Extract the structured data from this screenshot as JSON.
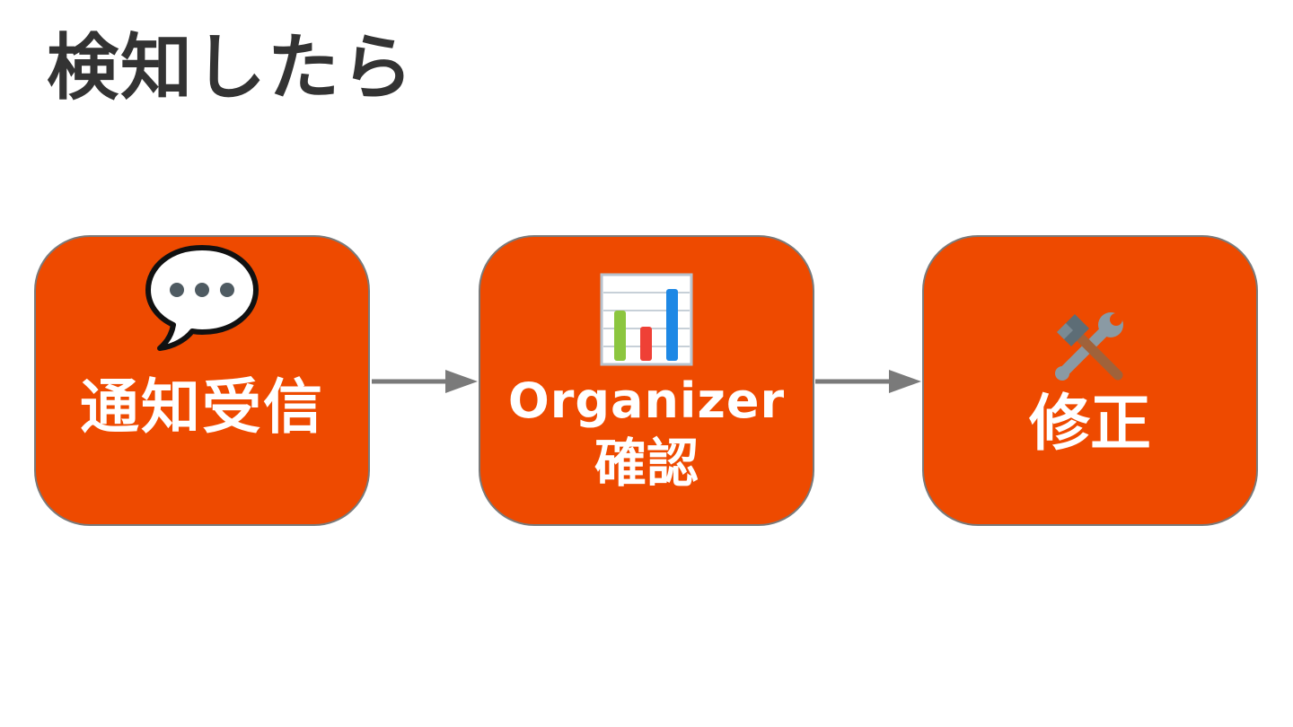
{
  "title": "検知したら",
  "steps": [
    {
      "label": "通知受信",
      "icon": "speech-bubble-icon"
    },
    {
      "label_line1": "Organizer",
      "label_line2": "確認",
      "icon": "bar-chart-icon"
    },
    {
      "label": "修正",
      "icon": "hammer-and-wrench-icon"
    }
  ],
  "colors": {
    "box_fill": "#ee4a00",
    "box_border": "#7a7a7a",
    "arrow": "#7a7a7a",
    "title": "#333333",
    "label": "#ffffff"
  }
}
